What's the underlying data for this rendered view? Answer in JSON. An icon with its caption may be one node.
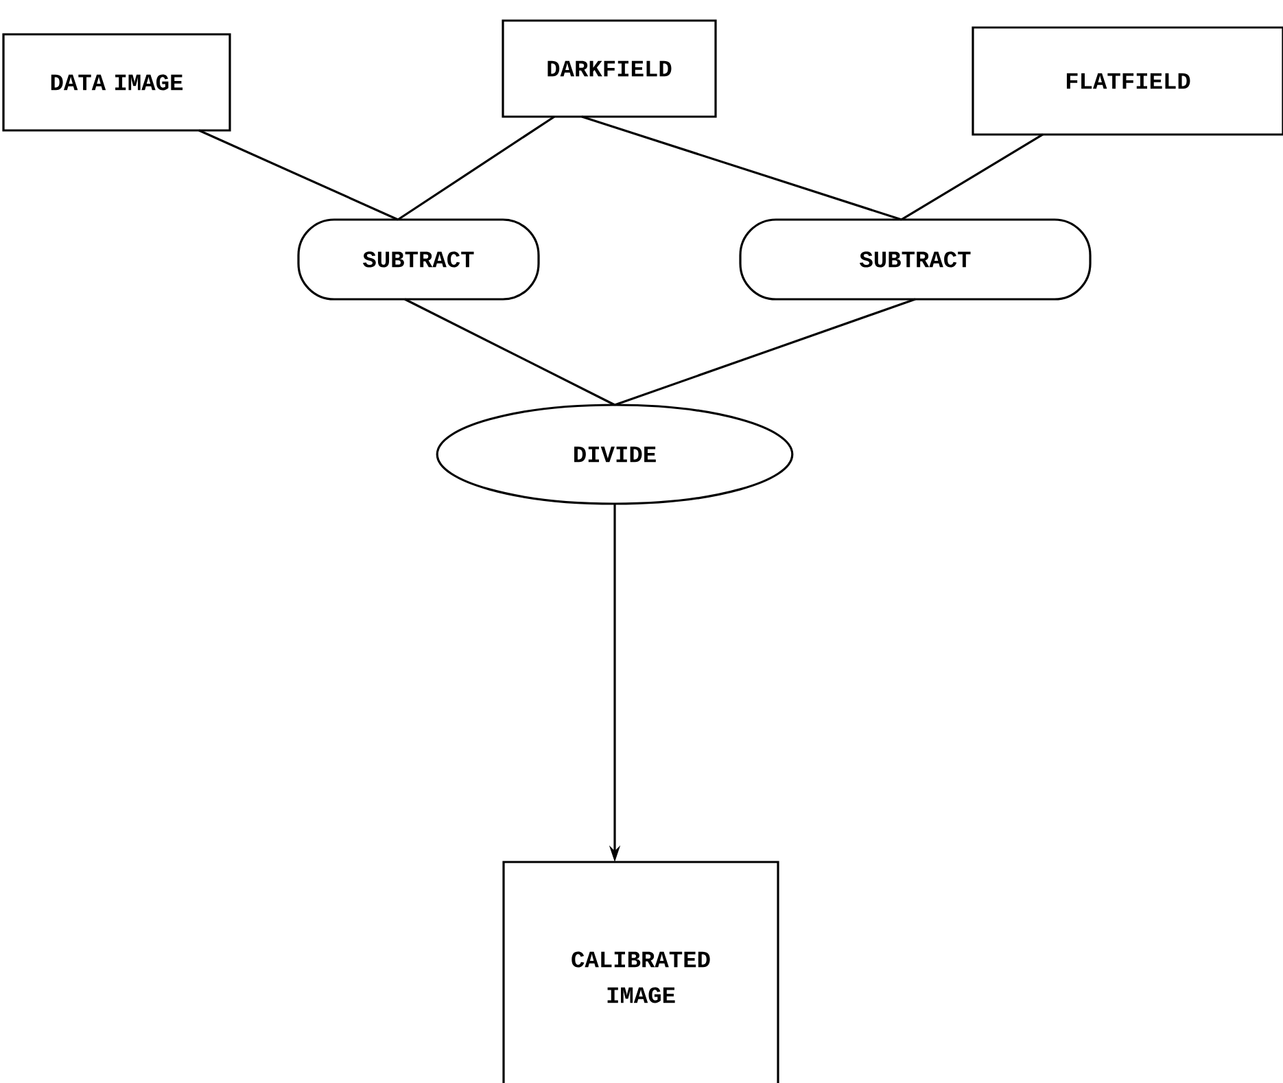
{
  "diagram": {
    "nodes": [
      {
        "text": [
          "DATA IMAGE"
        ]
      },
      {
        "text": [
          "DARKFIELD"
        ]
      },
      {
        "text": [
          "FLATFIELD"
        ]
      },
      {
        "text": [
          "SUBTRACT"
        ]
      },
      {
        "text": [
          "SUBTRACT"
        ]
      },
      {
        "text": [
          "DIVIDE"
        ]
      },
      {
        "text": [
          "CALIBRATED IMAGE"
        ]
      }
    ],
    "edges": [
      {
        "from": 0,
        "to": 3,
        "arrow": "none"
      },
      {
        "from": 1,
        "to": 3,
        "arrow": "none"
      },
      {
        "from": 1,
        "to": 4,
        "arrow": "none"
      },
      {
        "from": 2,
        "to": 4,
        "arrow": "none"
      },
      {
        "from": 3,
        "to": 5,
        "arrow": "none"
      },
      {
        "from": 4,
        "to": 5,
        "arrow": "none"
      },
      {
        "from": 5,
        "to": 6,
        "arrow": "to"
      }
    ]
  }
}
